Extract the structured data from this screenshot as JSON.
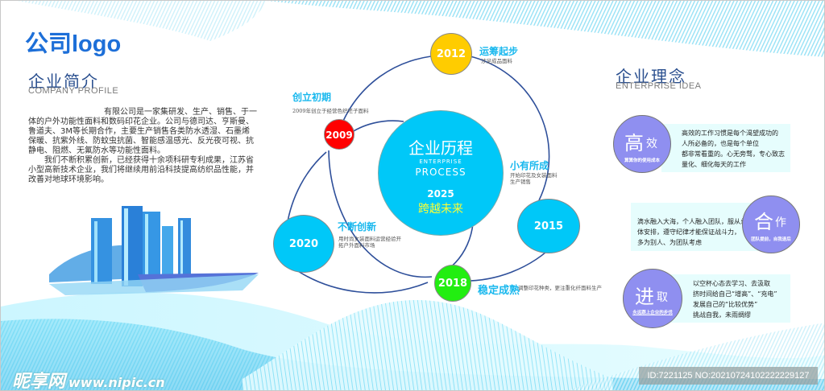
{
  "header": {
    "logo_text": "公司logo"
  },
  "company_profile": {
    "title": "企业简介",
    "subtitle": "COMPANY PROFILE",
    "paragraphs": [
      "有限公司是一家集研发、生产、销售、于一体的户外功能性面料和数码印花企业。公司与德司达、亨斯曼、鲁道夫、3M等长期合作，主要生产销售各类防水透湿、石墨烯保暖、抗紫外线、防蚊虫抗菌、智能感温感光、反光夜可视、抗静电、阻燃、无氟防水等功能性面料。",
      "我们不断积累创新，已经获得十余项科研专利成果，江苏省小型高新技术企业，我们将继续用前沿科技提高纺织品性能，并改善对地球环境影响。"
    ]
  },
  "process": {
    "center_title": "企业历程",
    "center_sub1": "ENTERPRISE",
    "center_sub2": "PROCESS",
    "center_year": "2025",
    "center_slogan": "跨越未来",
    "milestones": [
      {
        "year": "2009",
        "title": "创立初期",
        "desc": "2009年创立于经营色织坯子面料",
        "color": "#ff0000"
      },
      {
        "year": "2012",
        "title": "运筹起步",
        "desc": "涉足成品面料",
        "color": "#ffcc00"
      },
      {
        "year": "2015",
        "title": "小有所成",
        "desc": "开始印花及女装面料生产销售",
        "color": "#00c8f8"
      },
      {
        "year": "2018",
        "title": "稳定成熟",
        "desc": "调整印花种类，更注重化纤面料生产",
        "color": "#22ee11"
      },
      {
        "year": "2020",
        "title": "不断创新",
        "desc": "用时尚女装面料运营经验开拓户外面料市场",
        "color": "#00c8f8"
      }
    ],
    "colors": {
      "center": "#00c8f8",
      "slogan": "#ffff33",
      "line": "#2e4f9a",
      "title": "#19b8ee"
    }
  },
  "enterprise_idea": {
    "title": "企业理念",
    "subtitle": "ENTERPRISE IDEA",
    "items": [
      {
        "big": "高",
        "small": "效",
        "caption": "算算你的使用成本",
        "text": [
          "高效的工作习惯是每个渴望成功的",
          "人所必备的，也是每个单位",
          "都非常看重的。心无旁骛，专心致志",
          "量化、细化每天的工作"
        ]
      },
      {
        "big": "合",
        "small": "作",
        "caption": "团队提前，自我退后",
        "text": [
          "滴水融入大海，个人融入团队，服从总",
          "体安排，遵守纪律才能保证战斗力，",
          "多为别人、为团队考虑"
        ]
      },
      {
        "big": "进",
        "small": "取",
        "caption": "永远跟上企业的步伐",
        "text": [
          "以空杯心态去学习、去汲取",
          "挤时间给自己“增高”、“充电”",
          "发展自己的“比较优势”",
          "挑战自我，未雨绸缪"
        ]
      }
    ],
    "colors": {
      "circle": "#8f8ff0",
      "box": "#e6fdfd"
    }
  },
  "watermark": {
    "site_name": "昵享网",
    "url": "www.nipic.cn",
    "id_text": "ID:7221125 NO:20210724102222229127"
  }
}
